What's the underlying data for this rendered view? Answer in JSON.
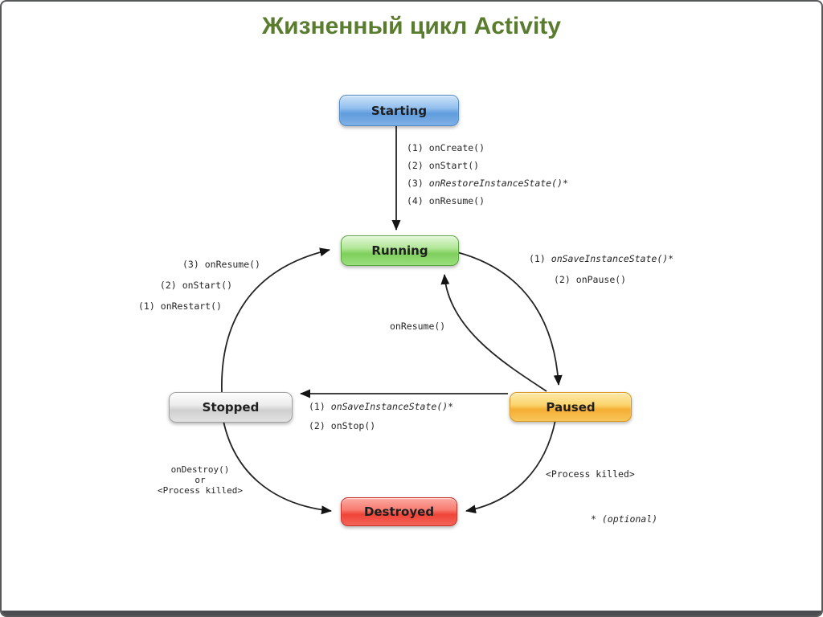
{
  "slide": {
    "title": "Жизненный цикл Activity"
  },
  "diagram": {
    "nodes": {
      "starting": "Starting",
      "running": "Running",
      "stopped": "Stopped",
      "paused": "Paused",
      "destroyed": "Destroyed"
    },
    "edges": {
      "starting_to_running": [
        {
          "n": "(1)",
          "m": "onCreate()"
        },
        {
          "n": "(2)",
          "m": "onStart()"
        },
        {
          "n": "(3)",
          "m": "onRestoreInstanceState()*"
        },
        {
          "n": "(4)",
          "m": "onResume()"
        }
      ],
      "running_to_paused": [
        {
          "n": "(1)",
          "m": "onSaveInstanceState()*"
        },
        {
          "n": "(2)",
          "m": "onPause()"
        }
      ],
      "paused_to_running": {
        "m": "onResume()"
      },
      "paused_to_stopped": [
        {
          "n": "(1)",
          "m": "onSaveInstanceState()*"
        },
        {
          "n": "(2)",
          "m": "onStop()"
        }
      ],
      "stopped_to_running": [
        {
          "n": "(3)",
          "m": "onResume()"
        },
        {
          "n": "(2)",
          "m": "onStart()"
        },
        {
          "n": "(1)",
          "m": "onRestart()"
        }
      ],
      "stopped_to_destroyed": [
        "onDestroy()",
        "or",
        "<Process killed>"
      ],
      "paused_to_destroyed": "<Process killed>",
      "footnote": "* (optional)"
    },
    "colors": {
      "title": "#5a7c2e",
      "starting": "#6ea5e0",
      "running": "#82d160",
      "stopped": "#d9d9d9",
      "paused": "#f6b63c",
      "destroyed": "#f05548",
      "footer_bar": "#4a4c4f"
    }
  }
}
